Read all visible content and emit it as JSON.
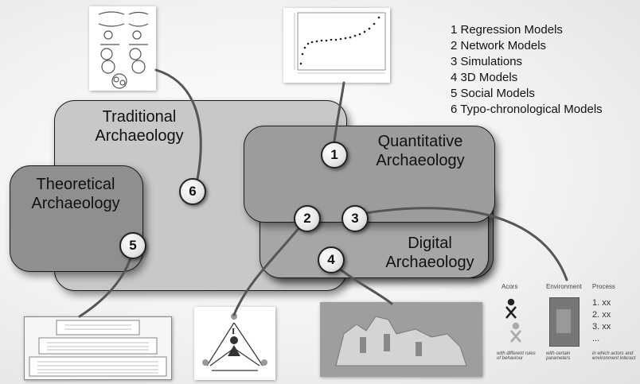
{
  "legend": {
    "items": [
      "1 Regression Models",
      "2 Network Models",
      "3 Simulations",
      "4 3D Models",
      "5 Social Models",
      "6 Typo-chronological Models"
    ]
  },
  "boxes": {
    "traditional": {
      "line1": "Traditional",
      "line2": "Archaeology"
    },
    "theoretical": {
      "line1": "Theoretical",
      "line2": "Archaeology"
    },
    "quantitative": {
      "line1": "Quantitative",
      "line2": "Archaeology"
    },
    "digital": {
      "line1": "Digital",
      "line2": "Archaeology"
    }
  },
  "markers": [
    "1",
    "2",
    "3",
    "4",
    "5",
    "6"
  ],
  "sim_panel": {
    "col1": "Acors",
    "col2": "Environment",
    "col3": "Process",
    "process_items": [
      "1. xx",
      "2. xx",
      "3. xx",
      "..."
    ],
    "cap1": "with different rules of behaviour",
    "cap2": "with certain parameters",
    "cap3": "in which actors and environment interact"
  },
  "network_panel": {
    "center": "I"
  },
  "colors": {
    "traditional": "#c8c8c8",
    "theoretical": "#8f8f8f",
    "quantitative": "#9c9c9c",
    "digital_front": "#a6a6a6",
    "digital_back": "#8a8a8a"
  }
}
